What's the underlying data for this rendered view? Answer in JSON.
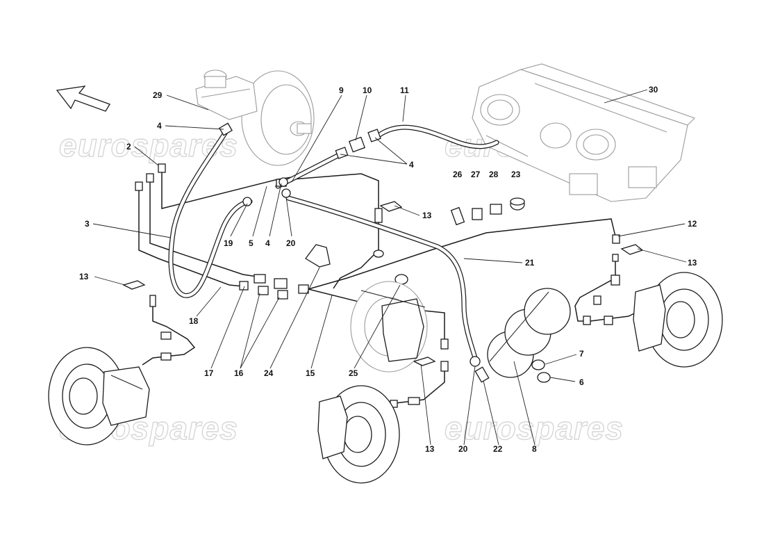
{
  "watermark": {
    "text": "eurospares"
  },
  "callouts": {
    "c29": "29",
    "c4a": "4",
    "c2": "2",
    "c9": "9",
    "c10": "10",
    "c11": "11",
    "c30": "30",
    "c4b": "4",
    "c26": "26",
    "c27": "27",
    "c28": "28",
    "c23": "23",
    "c13a": "13",
    "c3": "3",
    "c19": "19",
    "c5": "5",
    "c4c": "4",
    "c20a": "20",
    "c12": "12",
    "c13b": "13",
    "c21": "21",
    "c13c": "13",
    "c18": "18",
    "c17": "17",
    "c16": "16",
    "c24": "24",
    "c15": "15",
    "c25": "25",
    "c7": "7",
    "c6": "6",
    "c13d": "13",
    "c20b": "20",
    "c22": "22",
    "c8": "8"
  },
  "icons": {
    "direction_arrow": "arrow-up-left-icon"
  }
}
